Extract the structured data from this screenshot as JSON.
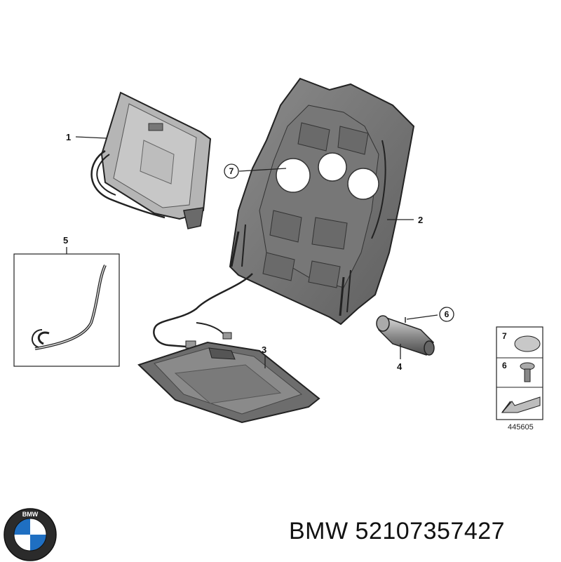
{
  "diagram": {
    "callouts": [
      "1",
      "2",
      "3",
      "4",
      "5",
      "6",
      "7"
    ],
    "legend": {
      "items": [
        "7",
        "6"
      ],
      "reference_number": "445605"
    }
  },
  "logo": {
    "brand_text": "BMW",
    "ring_color": "#2b2b2b",
    "blue": "#1f6fc2"
  },
  "footer": {
    "brand": "BMW",
    "part_number": "52107357427"
  }
}
